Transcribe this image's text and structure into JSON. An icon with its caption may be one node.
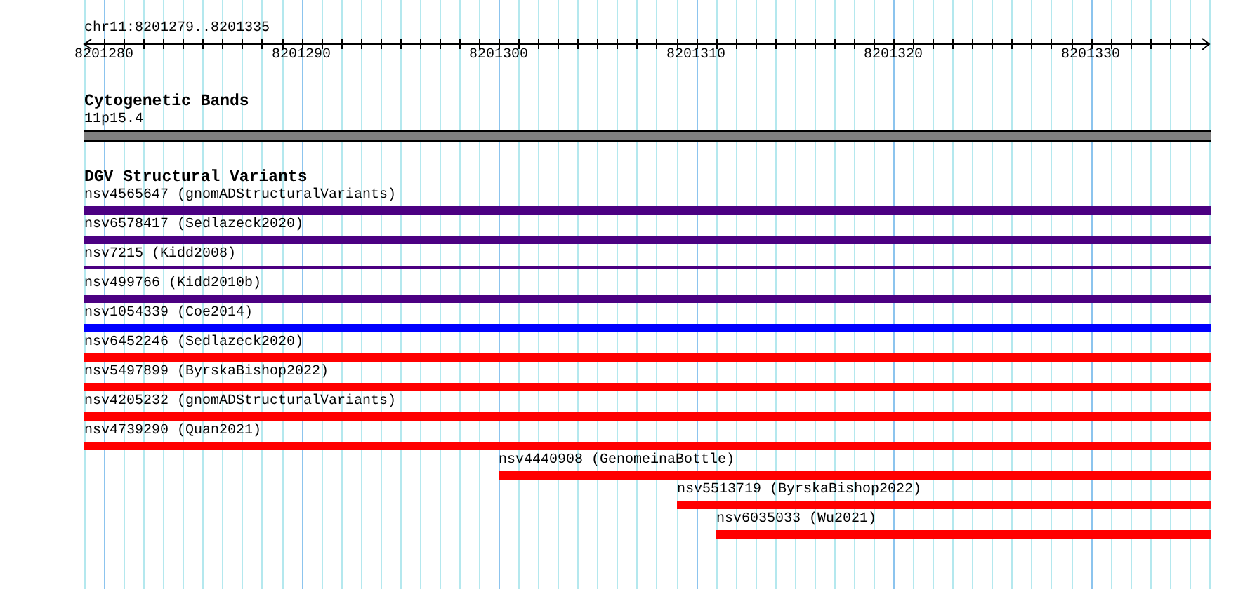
{
  "diagram": {
    "nodes": [
      {
        "text": [
          "11p15.4"
        ]
      },
      {
        "text": [
          "nsv4565647 (gnomADStructuralVariants)"
        ]
      },
      {
        "text": [
          "nsv6578417 (Sedlazeck2020)"
        ]
      },
      {
        "text": [
          "nsv7215 (Kidd2008)"
        ]
      },
      {
        "text": [
          "nsv499766 (Kidd2010b)"
        ]
      },
      {
        "text": [
          "nsv1054339 (Coe2014)"
        ]
      },
      {
        "text": [
          "nsv6452246 (Sedlazeck2020)"
        ]
      },
      {
        "text": [
          "nsv5497899 (ByrskaBishop2022)"
        ]
      },
      {
        "text": [
          "nsv4205232 (gnomADStructuralVariants)"
        ]
      },
      {
        "text": [
          "nsv4739290 (Quan2021)"
        ]
      },
      {
        "text": [
          "nsv4440908 (GenomeinaBottle)"
        ]
      },
      {
        "text": [
          "nsv5513719 (ByrskaBishop2022)"
        ]
      },
      {
        "text": [
          "nsv6035033 (Wu2021)"
        ]
      }
    ],
    "labels": [
      "chr11:8201279..8201335",
      "8201280",
      "8201290",
      "8201300",
      "8201310",
      "8201320",
      "8201330",
      "Cytogenetic Bands",
      "DGV Structural Variants"
    ]
  }
}
